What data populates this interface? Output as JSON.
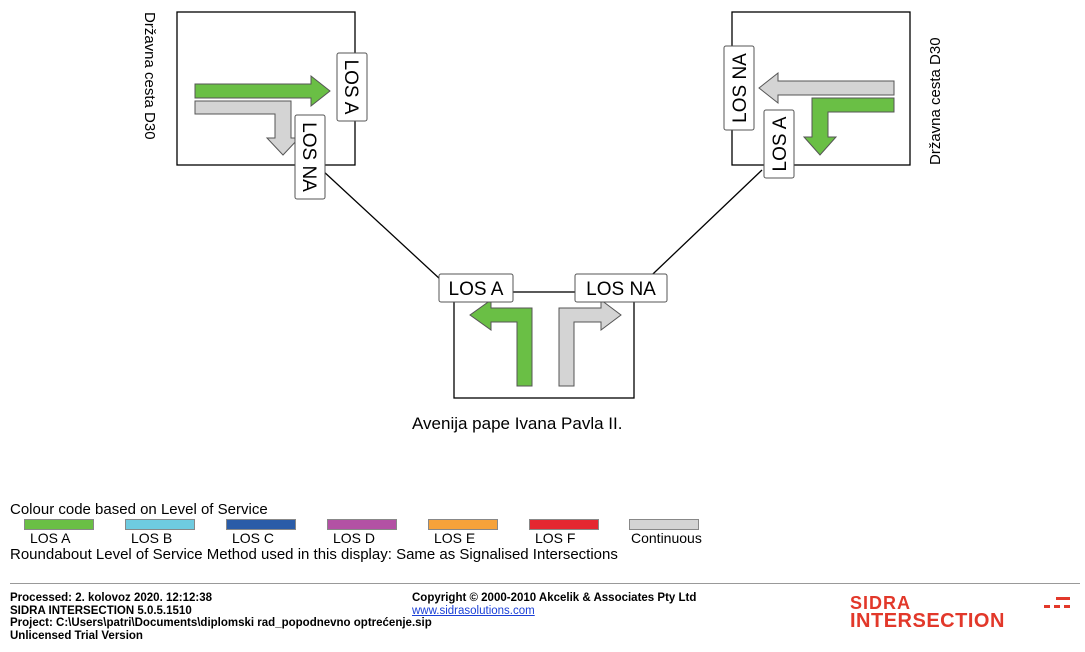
{
  "road_labels": {
    "west": "Državna cesta D30",
    "east": "Državna cesta D30",
    "south": "Avenija pape Ivana Pavla II."
  },
  "approach_labels": {
    "west_through": "LOS A",
    "west_right": "LOS NA",
    "east_through": "LOS NA",
    "east_left": "LOS A",
    "south_left": "LOS A",
    "south_right": "LOS NA"
  },
  "movement_colors": {
    "west_through": "#6abf45",
    "west_right": "#d4d4d4",
    "east_through": "#d4d4d4",
    "east_left": "#6abf45",
    "south_left": "#6abf45",
    "south_right": "#d4d4d4"
  },
  "legend": {
    "title": "Colour code based on Level of Service",
    "items": [
      {
        "label": "LOS A",
        "color": "#6abf45"
      },
      {
        "label": "LOS B",
        "color": "#6ecbe0"
      },
      {
        "label": "LOS C",
        "color": "#2a5ca8"
      },
      {
        "label": "LOS D",
        "color": "#b351a4"
      },
      {
        "label": "LOS E",
        "color": "#f6a23a"
      },
      {
        "label": "LOS F",
        "color": "#e52730"
      },
      {
        "label": "Continuous",
        "color": "#d4d4d4"
      }
    ],
    "note": "Roundabout Level of Service Method used in this display: Same as Signalised Intersections"
  },
  "footer": {
    "processed": "Processed: 2. kolovoz 2020. 12:12:38",
    "software": "SIDRA INTERSECTION 5.0.5.1510",
    "project": "Project:  C:\\Users\\patri\\Documents\\diplomski rad_popodnevno optrećenje.sip",
    "license": "Unlicensed Trial Version",
    "copyright": "Copyright © 2000-2010 Akcelik & Associates Pty Ltd",
    "website": "www.sidrasolutions.com",
    "logo_line1": "SIDRA",
    "logo_line2": "INTERSECTION"
  }
}
